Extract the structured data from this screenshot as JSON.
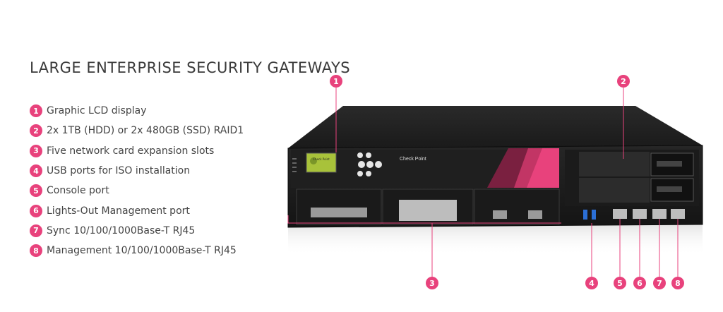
{
  "title": "LARGE ENTERPRISE SECURITY GATEWAYS",
  "features": [
    {
      "num": "1",
      "label": "Graphic LCD display"
    },
    {
      "num": "2",
      "label": "2x 1TB (HDD) or 2x 480GB (SSD) RAID1"
    },
    {
      "num": "3",
      "label": "Five network card expansion slots"
    },
    {
      "num": "4",
      "label": "USB ports for ISO installation"
    },
    {
      "num": "5",
      "label": "Console port"
    },
    {
      "num": "6",
      "label": "Lights-Out Management port"
    },
    {
      "num": "7",
      "label": "Sync 10/100/1000Base-T RJ45"
    },
    {
      "num": "8",
      "label": "Management 10/100/1000Base-T RJ45"
    }
  ],
  "callouts": [
    "1",
    "2",
    "3",
    "4",
    "5",
    "6",
    "7",
    "8"
  ],
  "device": {
    "brand": "Check Point",
    "lcd_text": "Check Point"
  },
  "colors": {
    "accent": "#e8427c",
    "chassis": "#1c1c1c",
    "title": "#3a3a3a"
  }
}
